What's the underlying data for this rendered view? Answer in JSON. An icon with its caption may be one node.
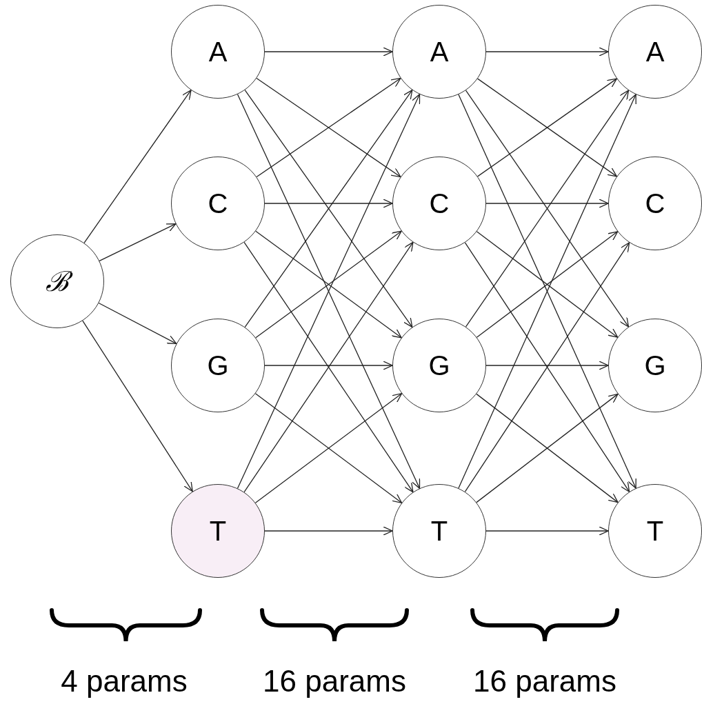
{
  "diagram": {
    "nodes": [
      {
        "text": [
          "ℬ"
        ]
      },
      {
        "text": [
          "A"
        ]
      },
      {
        "text": [
          "C"
        ]
      },
      {
        "text": [
          "G"
        ]
      },
      {
        "text": [
          "T"
        ]
      },
      {
        "text": [
          "A"
        ]
      },
      {
        "text": [
          "C"
        ]
      },
      {
        "text": [
          "G"
        ]
      },
      {
        "text": [
          "T"
        ]
      },
      {
        "text": [
          "A"
        ]
      },
      {
        "text": [
          "C"
        ]
      },
      {
        "text": [
          "G"
        ]
      },
      {
        "text": [
          "T"
        ]
      }
    ],
    "edges": [
      {
        "from": 0,
        "to": 1,
        "arrow": "to"
      },
      {
        "from": 0,
        "to": 2,
        "arrow": "to"
      },
      {
        "from": 0,
        "to": 3,
        "arrow": "to"
      },
      {
        "from": 0,
        "to": 4,
        "arrow": "to"
      },
      {
        "from": 1,
        "to": 5,
        "arrow": "to"
      },
      {
        "from": 1,
        "to": 6,
        "arrow": "to"
      },
      {
        "from": 1,
        "to": 7,
        "arrow": "to"
      },
      {
        "from": 1,
        "to": 8,
        "arrow": "to"
      },
      {
        "from": 2,
        "to": 5,
        "arrow": "to"
      },
      {
        "from": 2,
        "to": 6,
        "arrow": "to"
      },
      {
        "from": 2,
        "to": 7,
        "arrow": "to"
      },
      {
        "from": 2,
        "to": 8,
        "arrow": "to"
      },
      {
        "from": 3,
        "to": 5,
        "arrow": "to"
      },
      {
        "from": 3,
        "to": 6,
        "arrow": "to"
      },
      {
        "from": 3,
        "to": 7,
        "arrow": "to"
      },
      {
        "from": 3,
        "to": 8,
        "arrow": "to"
      },
      {
        "from": 4,
        "to": 5,
        "arrow": "to"
      },
      {
        "from": 4,
        "to": 6,
        "arrow": "to"
      },
      {
        "from": 4,
        "to": 7,
        "arrow": "to"
      },
      {
        "from": 4,
        "to": 8,
        "arrow": "to"
      },
      {
        "from": 5,
        "to": 9,
        "arrow": "to"
      },
      {
        "from": 5,
        "to": 10,
        "arrow": "to"
      },
      {
        "from": 5,
        "to": 11,
        "arrow": "to"
      },
      {
        "from": 5,
        "to": 12,
        "arrow": "to"
      },
      {
        "from": 6,
        "to": 9,
        "arrow": "to"
      },
      {
        "from": 6,
        "to": 10,
        "arrow": "to"
      },
      {
        "from": 6,
        "to": 11,
        "arrow": "to"
      },
      {
        "from": 6,
        "to": 12,
        "arrow": "to"
      },
      {
        "from": 7,
        "to": 9,
        "arrow": "to"
      },
      {
        "from": 7,
        "to": 10,
        "arrow": "to"
      },
      {
        "from": 7,
        "to": 11,
        "arrow": "to"
      },
      {
        "from": 7,
        "to": 12,
        "arrow": "to"
      },
      {
        "from": 8,
        "to": 9,
        "arrow": "to"
      },
      {
        "from": 8,
        "to": 10,
        "arrow": "to"
      },
      {
        "from": 8,
        "to": 11,
        "arrow": "to"
      },
      {
        "from": 8,
        "to": 12,
        "arrow": "to"
      }
    ],
    "labels": [
      "4 params",
      "16 params",
      "16 params"
    ]
  }
}
